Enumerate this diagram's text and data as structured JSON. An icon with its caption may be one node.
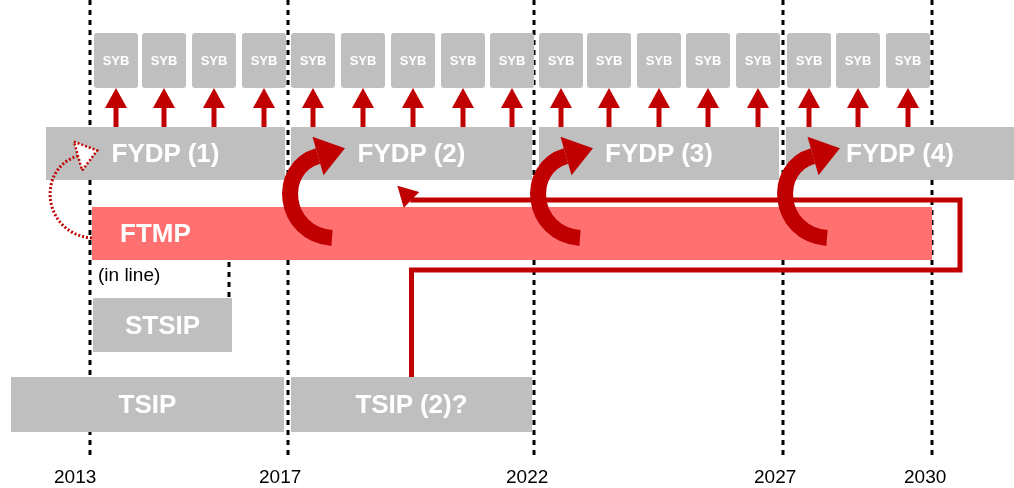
{
  "diagram": {
    "nodes": [
      {
        "text": [
          "FYDP (1)"
        ]
      },
      {
        "text": [
          "FYDP (2)"
        ]
      },
      {
        "text": [
          "FYDP (3)"
        ]
      },
      {
        "text": [
          "FYDP (4)"
        ]
      },
      {
        "text": [
          "FTMP"
        ]
      },
      {
        "text": [
          "STSIP"
        ]
      },
      {
        "text": [
          "TSIP"
        ]
      },
      {
        "text": [
          "TSIP (2)?"
        ]
      },
      {
        "text": [
          "SYB"
        ]
      },
      {
        "text": [
          "SYB"
        ]
      },
      {
        "text": [
          "SYB"
        ]
      },
      {
        "text": [
          "SYB"
        ]
      },
      {
        "text": [
          "SYB"
        ]
      },
      {
        "text": [
          "SYB"
        ]
      },
      {
        "text": [
          "SYB"
        ]
      },
      {
        "text": [
          "SYB"
        ]
      },
      {
        "text": [
          "SYB"
        ]
      },
      {
        "text": [
          "SYB"
        ]
      },
      {
        "text": [
          "SYB"
        ]
      },
      {
        "text": [
          "SYB"
        ]
      },
      {
        "text": [
          "SYB"
        ]
      },
      {
        "text": [
          "SYB"
        ]
      },
      {
        "text": [
          "SYB"
        ]
      },
      {
        "text": [
          "SYB"
        ]
      },
      {
        "text": [
          "SYB"
        ]
      }
    ],
    "edges": [
      {
        "from": 0,
        "to": 8,
        "arrow": "to"
      },
      {
        "from": 0,
        "to": 9,
        "arrow": "to"
      },
      {
        "from": 0,
        "to": 10,
        "arrow": "to"
      },
      {
        "from": 0,
        "to": 11,
        "arrow": "to"
      },
      {
        "from": 1,
        "to": 12,
        "arrow": "to"
      },
      {
        "from": 1,
        "to": 13,
        "arrow": "to"
      },
      {
        "from": 1,
        "to": 14,
        "arrow": "to"
      },
      {
        "from": 1,
        "to": 15,
        "arrow": "to"
      },
      {
        "from": 1,
        "to": 16,
        "arrow": "to"
      },
      {
        "from": 2,
        "to": 17,
        "arrow": "to"
      },
      {
        "from": 2,
        "to": 18,
        "arrow": "to"
      },
      {
        "from": 2,
        "to": 19,
        "arrow": "to"
      },
      {
        "from": 2,
        "to": 20,
        "arrow": "to"
      },
      {
        "from": 2,
        "to": 21,
        "arrow": "to"
      },
      {
        "from": 3,
        "to": 22,
        "arrow": "to"
      },
      {
        "from": 3,
        "to": 23,
        "arrow": "to"
      },
      {
        "from": 3,
        "to": 24,
        "arrow": "to"
      },
      {
        "from": 4,
        "to": 0,
        "arrow": "to",
        "style": "dashed"
      },
      {
        "from": 4,
        "to": 1,
        "arrow": "to",
        "style": "thick"
      },
      {
        "from": 4,
        "to": 2,
        "arrow": "to",
        "style": "thick"
      },
      {
        "from": 4,
        "to": 3,
        "arrow": "to",
        "style": "thick"
      },
      {
        "from": 7,
        "to": 1,
        "arrow": "to"
      }
    ],
    "labels": [
      "(in line)",
      "2013",
      "2017",
      "2022",
      "2027",
      "2030"
    ]
  }
}
